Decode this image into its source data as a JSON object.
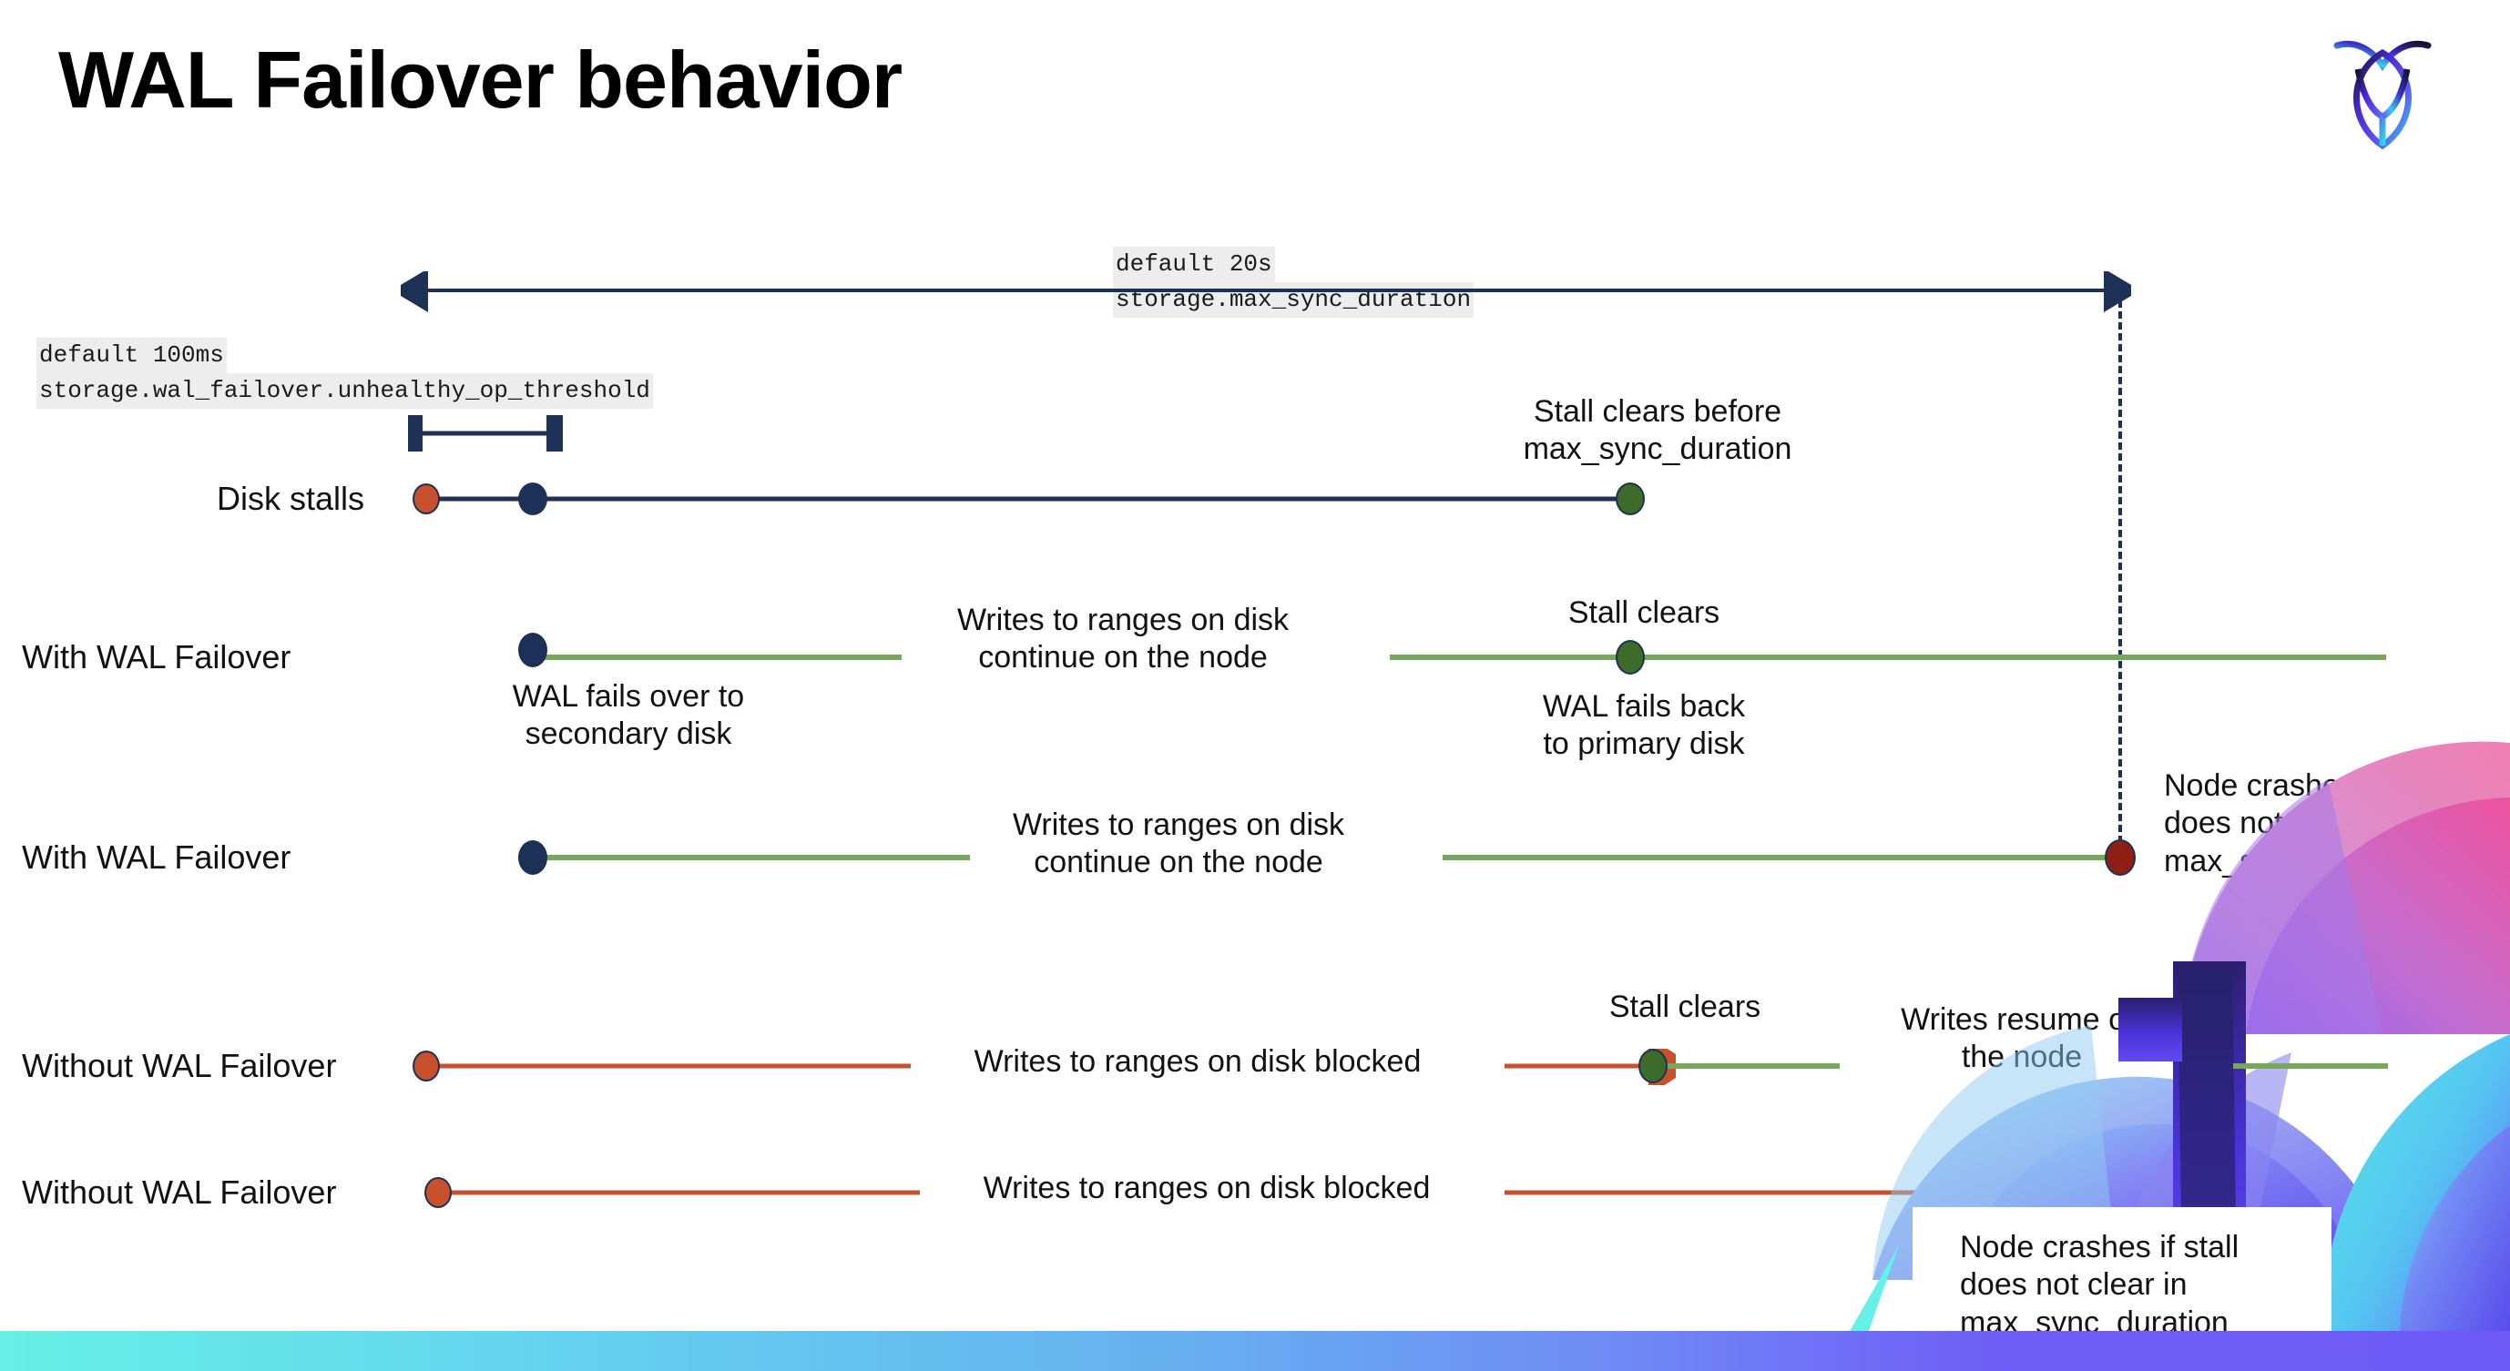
{
  "slide": {
    "title": "WAL Failover behavior",
    "logo_name": "cockroachdb-logo"
  },
  "callouts": {
    "max_sync": {
      "line1": "default 20s",
      "line2": "storage.max_sync_duration"
    },
    "unhealthy": {
      "line1": "default 100ms",
      "line2": "storage.wal_failover.unhealthy_op_threshold"
    }
  },
  "rows": [
    {
      "label": "Disk stalls"
    },
    {
      "label": "With WAL Failover"
    },
    {
      "label": "With WAL Failover"
    },
    {
      "label": "Without WAL Failover"
    },
    {
      "label": "Without WAL Failover"
    }
  ],
  "notes": {
    "stall_clears_before": "Stall clears before\nmax_sync_duration",
    "writes_continue_1": "Writes to ranges on disk\ncontinue on the node",
    "stall_clears_2": "Stall clears",
    "wal_fails_back": "WAL fails  back\nto primary disk",
    "wal_fails_over": "WAL fails over to\nsecondary disk",
    "writes_continue_2": "Writes to ranges on disk\ncontinue on the node",
    "node_crashes_1": "Node crashes if stall\ndoes not clear in\nmax_sync_duration",
    "writes_blocked_1": "Writes to ranges on disk  blocked",
    "stall_clears_3": "Stall clears",
    "writes_resume": "Writes resume on\nthe node",
    "writes_blocked_2": "Writes to ranges on disk  blocked",
    "node_crashes_2": "Node crashes if stall\ndoes not clear in\nmax_sync_duration"
  },
  "colors": {
    "navy": "#1d3055",
    "green_line": "#77a75a",
    "green_dot": "#3d6b29",
    "orange": "#c8502c",
    "red_dot": "#8f1f15",
    "code_bg": "#ededed",
    "bottom_bar_start": "#66f0e6",
    "bottom_bar_end": "#6e5bf7"
  },
  "chart_data": {
    "type": "timeline",
    "title": "WAL Failover behavior",
    "x_markers": [
      {
        "name": "stall-start",
        "px": 468
      },
      {
        "name": "unhealthy-op-threshold",
        "px": 585
      },
      {
        "name": "stall-clears",
        "px": 1790
      },
      {
        "name": "max-sync-duration",
        "px": 2328
      }
    ],
    "series": [
      {
        "name": "Disk stalls",
        "segments": [
          {
            "from": 468,
            "to": 1790,
            "color": "#1d3055"
          }
        ],
        "markers": [
          {
            "x": 468,
            "color": "#c8502c"
          },
          {
            "x": 585,
            "color": "#1d3055"
          },
          {
            "x": 1790,
            "color": "#3d6b29"
          }
        ]
      },
      {
        "name": "With WAL Failover",
        "segments": [
          {
            "from": 585,
            "to": 990,
            "color": "#77a75a"
          },
          {
            "from": 1525,
            "to": 2620,
            "color": "#77a75a"
          }
        ],
        "markers": [
          {
            "x": 585,
            "color": "#1d3055"
          },
          {
            "x": 1790,
            "color": "#3d6b29"
          }
        ]
      },
      {
        "name": "With WAL Failover",
        "segments": [
          {
            "from": 585,
            "to": 1060,
            "color": "#77a75a"
          },
          {
            "from": 1583,
            "to": 2328,
            "color": "#77a75a"
          }
        ],
        "markers": [
          {
            "x": 585,
            "color": "#1d3055"
          },
          {
            "x": 2328,
            "color": "#8f1f15"
          }
        ]
      },
      {
        "name": "Without WAL Failover",
        "segments": [
          {
            "from": 468,
            "to": 1000,
            "color": "#c8502c"
          },
          {
            "from": 1655,
            "to": 1815,
            "color": "#c8502c"
          },
          {
            "from": 1815,
            "to": 2020,
            "color": "#77a75a"
          },
          {
            "from": 2450,
            "to": 2620,
            "color": "#77a75a"
          }
        ],
        "markers": [
          {
            "x": 468,
            "color": "#c8502c"
          },
          {
            "x": 1815,
            "color": "#3d6b29"
          }
        ]
      },
      {
        "name": "Without WAL Failover",
        "segments": [
          {
            "from": 477,
            "to": 1010,
            "color": "#c8502c"
          },
          {
            "from": 1655,
            "to": 2328,
            "color": "#c8502c"
          }
        ],
        "markers": [
          {
            "x": 477,
            "color": "#c8502c"
          },
          {
            "x": 2328,
            "color": "#8f1f15"
          }
        ]
      }
    ]
  }
}
